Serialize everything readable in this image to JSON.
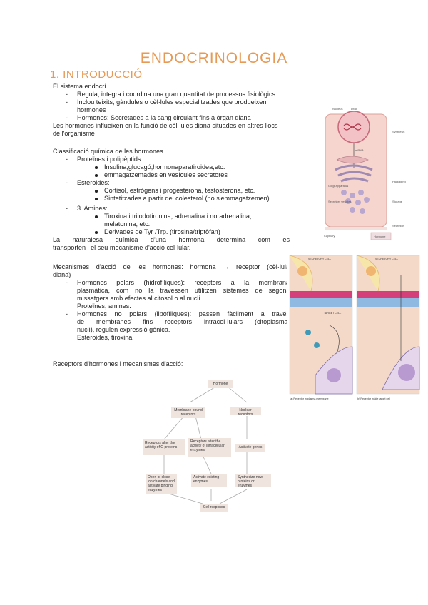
{
  "title": "ENDOCRINOLOGIA",
  "section_heading": "1.  INTRODUCCIÓ",
  "intro": {
    "lead": "El sistema endocrí ...",
    "bullets": [
      "Regula, integra i coordina una gran quantitat de processos fisiològics",
      "Inclou teixits, gàndules o cèl·lules especialitzades que produeixen",
      "hormones",
      "Hormones: Secretades a la sang circulant fins a òrgan diana"
    ],
    "para1": "Les hormones influeixen en la funció de cèl·lules diana situades en altres llocs",
    "para2": "de l'organisme"
  },
  "classification": {
    "heading": "Classificació química de les hormones",
    "proteins": "Proteïnes i polipèptids",
    "proteins_items": [
      "Insulina,glucagó,hormonaparatiroidea,etc.",
      "emmagatzemades en vesícules secretores"
    ],
    "steroids": "Esteroides:",
    "steroids_items": [
      "Cortisol, estrògens i progesterona, testosterona, etc.",
      "Sintetitzades a partir del colesterol (no s'emmagatzemen)."
    ],
    "amines": "3. Amines:",
    "amines_items": [
      "Tiroxina i triiodotironina, adrenalina i noradrenalina,",
      "melatonina, etc.",
      "Derivades de Tyr /Trp. (tirosina/triptòfan)"
    ],
    "nature1": "La naturalesa química d'una hormona determina com es",
    "nature2": "transporten i el seu mecanisme d'acció cel·lular."
  },
  "mechanisms": {
    "heading1": "Mecanismes d'acció de les hormones: hormona → receptor (cèl·lula",
    "heading2": "diana)",
    "polar1": "Hormones polars (hidrofíliques): receptors a la membrana",
    "polar2": "plasmàtica, com no la travessen utilitzen sistemes de segons",
    "polar3": "missatgers amb efectes al citosol o al nucli.",
    "polar4": "Proteïnes, amines.",
    "nonpolar1": "Hormones no polars (lipofíliques): passen fàcilment a través",
    "nonpolar2": "de membranes fins receptors intracel·lulars (citoplasma,",
    "nonpolar3": "nucli), regulen expressió gènica.",
    "nonpolar4": "Esteroides, tiroxina",
    "receptors_heading": "Receptors d'hormones i mecanismes d'acció:"
  },
  "flowchart": {
    "hormone": "Hormone",
    "membrane": "Membrane-bound receptors",
    "nuclear": "Nuclear receptors",
    "alter_perm": "Receptors alter the activity of G proteins",
    "alter_intra": "Receptors alter the activity of intracellular enzymes.",
    "activate_genes": "Activate genes",
    "open_close": "Open or close ion channels and activate binding enzymes",
    "activate_existing": "Activate existing enzymes",
    "synthesize": "Synthesize new proteins or enzymes",
    "cell_responds": "Cell responds"
  },
  "figure1": {
    "nucleus": "Nucleus",
    "dna": "DNA",
    "mrna": "mRNA",
    "synthesis": "Synthesis",
    "packaging": "Packaging",
    "storage": "Storage",
    "secretion": "Secretion",
    "golgi": "Golgi apparatus",
    "secretory": "Secretory vesicles",
    "capillary": "Capillary",
    "hormone": "Hormone"
  },
  "figure2": {
    "secretory_left": "SECRETORY CELL",
    "secretory_right": "SECRETORY CELL",
    "target": "TARGET CELL",
    "caption_left": "(a) Receptor in plasma membrane",
    "caption_right": "(b) Receptor inside target cell"
  }
}
